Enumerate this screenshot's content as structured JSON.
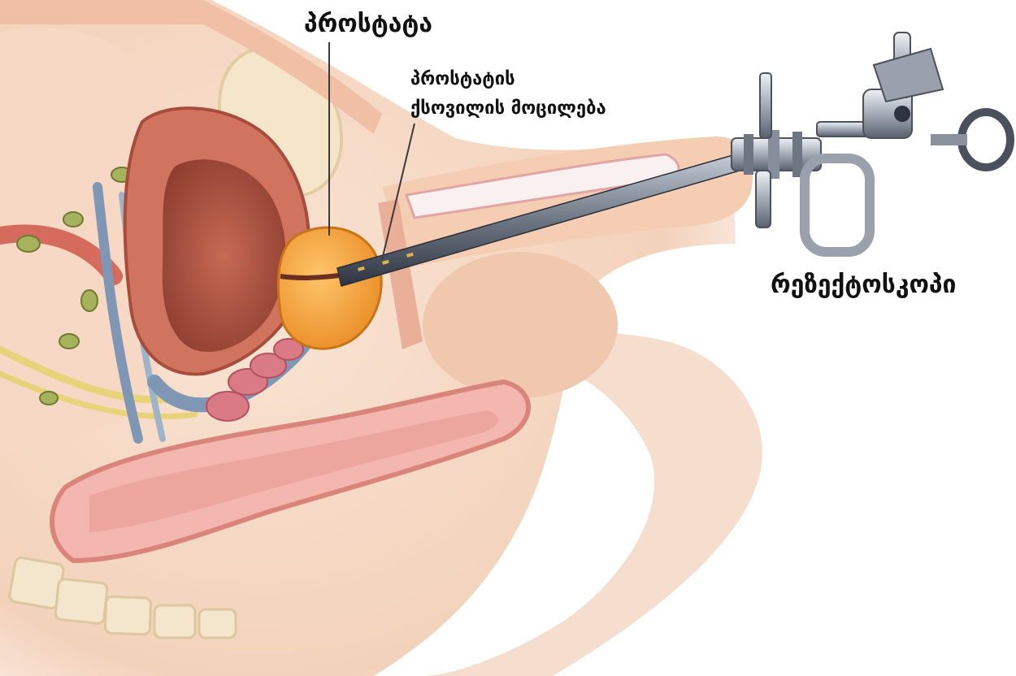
{
  "labels": {
    "prostate": "პროსტატა",
    "capsule_line1": "პროსტატის",
    "capsule_line2": "ქსოვილის მოცილება",
    "resectoscope": "რეზექტოსკოპი"
  },
  "colors": {
    "skin": "#f6dcc6",
    "skin_shadow": "#e8b99c",
    "muscle": "#c9685a",
    "bladder_inner": "#a8503e",
    "prostate": "#f4a23c",
    "vein": "#7f97b4",
    "vesicle": "#d97a84",
    "nerve": "#e8d27a",
    "instrument": "#8c95a3",
    "label_text": "#111111"
  }
}
